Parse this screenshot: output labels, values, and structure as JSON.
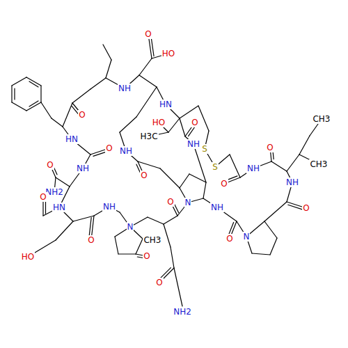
{
  "diagram": {
    "labels": [
      "HO",
      "O",
      "NH",
      "O",
      "HN",
      "HN",
      "H3C",
      "HO",
      "O",
      "NH",
      "S",
      "S",
      "O",
      "NH",
      "O",
      "NH",
      "O",
      "NH2",
      "O",
      "HN",
      "NH",
      "O",
      "HO",
      "O",
      "NH",
      "O",
      "CH3",
      "CH3",
      "NH",
      "O",
      "O",
      "N",
      "O",
      "N",
      "NH",
      "N",
      "CH3",
      "O",
      "O",
      "NH2"
    ]
  }
}
